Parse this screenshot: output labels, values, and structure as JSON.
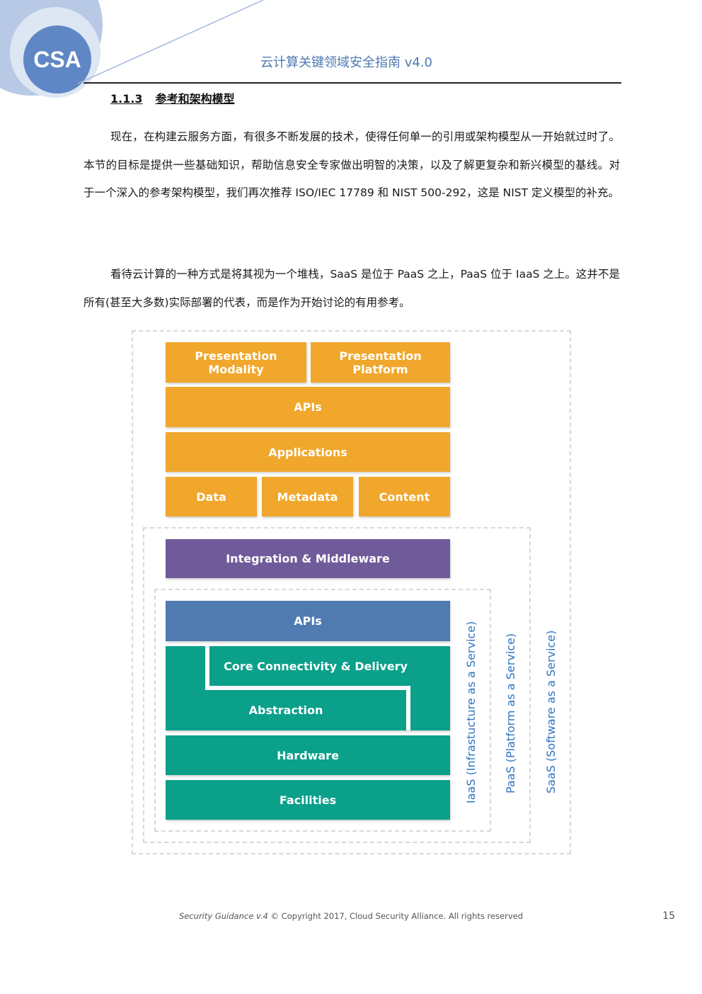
{
  "header": {
    "logo_text": "CSA",
    "title": "云计算关键领域安全指南 v4.0"
  },
  "section": {
    "number": "1.1.3",
    "title": "参考和架构模型"
  },
  "paragraphs": [
    "现在，在构建云服务方面，有很多不断发展的技术，使得任何单一的引用或架构模型从一开始就过时了。本节的目标是提供一些基础知识，帮助信息安全专家做出明智的决策，以及了解更复杂和新兴模型的基线。对于一个深入的参考架构模型，我们再次推荐 ISO/IEC 17789 和 NIST 500-292，这是 NIST 定义模型的补充。",
    "看待云计算的一种方式是将其视为一个堆栈，SaaS 是位于 PaaS 之上，PaaS 位于 IaaS 之上。这并不是所有(甚至大多数)实际部署的代表，而是作为开始讨论的有用参考。"
  ],
  "diagram": {
    "blocks": {
      "presentation_modality": "Presentation\nModality",
      "presentation_platform": "Presentation\nPlatform",
      "saas_apis": "APIs",
      "applications": "Applications",
      "data": "Data",
      "metadata": "Metadata",
      "content": "Content",
      "integration_middleware": "Integration & Middleware",
      "iaas_apis": "APIs",
      "core_connectivity": "Core Connectivity & Delivery",
      "abstraction": "Abstraction",
      "hardware": "Hardware",
      "facilities": "Facilities"
    },
    "labels": {
      "iaas": "IaaS (Infrastucture as a Service)",
      "paas": "PaaS (Platform as a Service)",
      "saas": "SaaS (Software as a Service)"
    },
    "colors": {
      "orange": "#f0a72c",
      "purple": "#705b9a",
      "blue": "#4f7bb0",
      "teal": "#0aa08a",
      "label_blue": "#2f74c0"
    }
  },
  "footer": {
    "guide_name": "Security Guidance v.4",
    "copyright": "© Copyright 2017, Cloud Security Alliance. All rights reserved",
    "page_number": "15"
  }
}
